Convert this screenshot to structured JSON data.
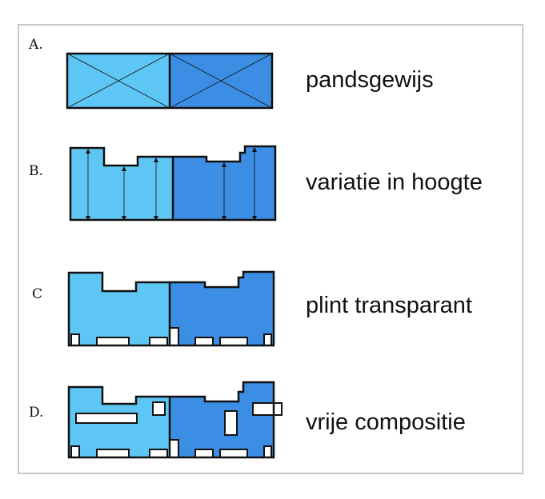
{
  "colors": {
    "light": "#5ec6f4",
    "dark": "#3b8ee4",
    "stroke": "#111111",
    "opening": "#ffffff"
  },
  "rows": [
    {
      "letter": "A.",
      "label": "pandsgewijs"
    },
    {
      "letter": "B.",
      "label": "variatie in hoogte"
    },
    {
      "letter": "C",
      "label": "plint transparant"
    },
    {
      "letter": "D.",
      "label": "vrije compositie"
    }
  ]
}
